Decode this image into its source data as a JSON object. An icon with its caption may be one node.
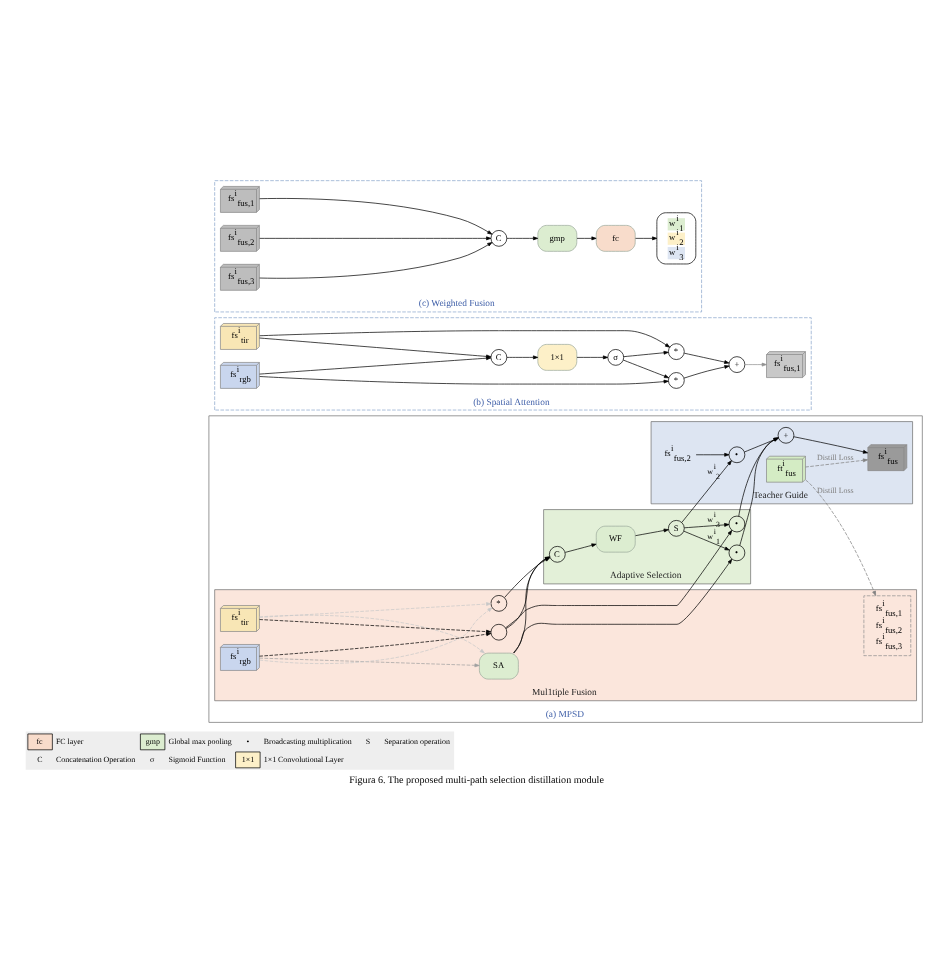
{
  "diagram": {
    "caption": "Figura 6. The proposed multi-path selection distillation module",
    "nodes": [
      {
        "text": [
          "(a) MPSD"
        ]
      },
      {
        "text": [
          "Mul1tiple Fusion"
        ],
        "in": 0
      },
      {
        "text": [
          "Adaptive Selection"
        ],
        "in": 0
      },
      {
        "text": [
          "Teacher Guide"
        ],
        "in": 0
      },
      {
        "text": [
          "fs$^{i}$$_{rgb}$"
        ],
        "in": 1
      },
      {
        "text": [
          "fs$^{i}$$_{tir}$"
        ],
        "in": 1
      },
      {
        "text": [
          "SA"
        ],
        "in": 1
      },
      {
        "text": [
          "*"
        ],
        "in": 1
      },
      {
        "text": [],
        "shape": "circle",
        "in": 1
      },
      {
        "text": [
          "fs$^{i}$$_{fus,1}$",
          "fs$^{i}$$_{fus,2}$",
          "fs$^{i}$$_{fus,3}$"
        ],
        "in": 1
      },
      {
        "text": [
          "C"
        ],
        "in": 2
      },
      {
        "text": [
          "WF"
        ],
        "in": 2
      },
      {
        "text": [
          "S"
        ],
        "in": 2
      },
      {
        "text": [
          "•"
        ],
        "in": 2
      },
      {
        "text": [
          "•"
        ],
        "in": 2
      },
      {
        "text": [
          "•"
        ],
        "in": 3
      },
      {
        "text": [
          "+"
        ],
        "in": 3
      },
      {
        "text": [
          "ft$^{i}$$_{fus}$"
        ],
        "in": 3
      },
      {
        "text": [
          "fs$^{i}$$_{fus}$"
        ],
        "in": 3
      },
      {
        "text": [
          "fs$^{i}$$_{fus,2}$"
        ],
        "in": 3
      },
      {
        "text": [
          "(b) Spatial Attention"
        ]
      },
      {
        "text": [
          "fs$^{i}$$_{rgb}$"
        ],
        "in": 20
      },
      {
        "text": [
          "fs$^{i}$$_{tir}$"
        ],
        "in": 20
      },
      {
        "text": [
          "C"
        ],
        "in": 20
      },
      {
        "text": [
          "1×1"
        ],
        "in": 20
      },
      {
        "text": [
          "σ"
        ],
        "in": 20
      },
      {
        "text": [
          "*"
        ],
        "in": 20
      },
      {
        "text": [
          "*"
        ],
        "in": 20
      },
      {
        "text": [
          "+"
        ],
        "in": 20
      },
      {
        "text": [
          "fs$^{i}$$_{fus,1}$"
        ],
        "in": 20
      },
      {
        "text": [
          "(c) Weighted Fusion"
        ]
      },
      {
        "text": [
          "fs$^{i}$$_{fus,1}$"
        ],
        "in": 30
      },
      {
        "text": [
          "fs$^{i}$$_{fus,2}$"
        ],
        "in": 30
      },
      {
        "text": [
          "fs$^{i}$$_{fus,3}$"
        ],
        "in": 30
      },
      {
        "text": [
          "C"
        ],
        "in": 30
      },
      {
        "text": [
          "gmp"
        ],
        "in": 30
      },
      {
        "text": [
          "fc"
        ],
        "in": 30
      },
      {
        "text": [
          "w$^{i}$$_{1}$",
          "w$^{i}$$_{2}$",
          "w$^{i}$$_{3}$"
        ],
        "in": 30
      }
    ],
    "edges": [
      {
        "from": 4,
        "to": 6,
        "arrow": "to",
        "style": "dashed",
        "color": "#a0a0a0"
      },
      {
        "from": 5,
        "to": 6,
        "arrow": "to",
        "style": "dashed",
        "color": "#c8c8c8"
      },
      {
        "from": 4,
        "to": 7,
        "arrow": "to",
        "style": "dashed",
        "color": "#c8c8c8"
      },
      {
        "from": 5,
        "to": 7,
        "arrow": "to",
        "style": "dashed",
        "color": "#c8c8c8"
      },
      {
        "from": 4,
        "to": 8,
        "arrow": "to",
        "style": "dashed"
      },
      {
        "from": 5,
        "to": 8,
        "arrow": "to",
        "style": "dashed"
      },
      {
        "from": 6,
        "to": 10,
        "arrow": "to"
      },
      {
        "from": 6,
        "to": 13,
        "arrow": "to"
      },
      {
        "from": 7,
        "to": 10,
        "arrow": "to"
      },
      {
        "from": 8,
        "to": 10,
        "arrow": "to"
      },
      {
        "from": 8,
        "to": 14,
        "arrow": "to"
      },
      {
        "from": 10,
        "to": 11,
        "arrow": "to"
      },
      {
        "from": 11,
        "to": 12,
        "arrow": "to"
      },
      {
        "from": 12,
        "to": 13,
        "arrow": "to",
        "label": "w$^{i}$$_{1}$"
      },
      {
        "from": 12,
        "to": 15,
        "arrow": "to",
        "label": "w$^{i}$$_{2}$"
      },
      {
        "from": 12,
        "to": 14,
        "arrow": "to",
        "label": "w$^{i}$$_{3}$"
      },
      {
        "from": 13,
        "to": 16,
        "arrow": "to"
      },
      {
        "from": 19,
        "to": 15,
        "arrow": "to"
      },
      {
        "from": 15,
        "to": 16,
        "arrow": "to"
      },
      {
        "from": 14,
        "to": 16,
        "arrow": "to"
      },
      {
        "from": 16,
        "to": 18,
        "arrow": "to"
      },
      {
        "from": 17,
        "to": 9,
        "arrow": "to",
        "style": "dashed",
        "color": "#808080",
        "label": "Distill Loss"
      },
      {
        "from": 17,
        "to": 18,
        "arrow": "to",
        "style": "dashed",
        "color": "#808080",
        "label": "Distill Loss"
      },
      {
        "from": 21,
        "to": 26,
        "arrow": "to"
      },
      {
        "from": 21,
        "to": 23,
        "arrow": "to"
      },
      {
        "from": 22,
        "to": 23,
        "arrow": "to"
      },
      {
        "from": 22,
        "to": 27,
        "arrow": "to"
      },
      {
        "from": 23,
        "to": 24,
        "arrow": "to"
      },
      {
        "from": 24,
        "to": 25,
        "arrow": "to"
      },
      {
        "from": 25,
        "to": 26,
        "arrow": "to"
      },
      {
        "from": 25,
        "to": 27,
        "arrow": "to"
      },
      {
        "from": 26,
        "to": 28,
        "arrow": "to"
      },
      {
        "from": 27,
        "to": 28,
        "arrow": "to"
      },
      {
        "from": 28,
        "to": 29,
        "arrow": "to",
        "color": "#909090"
      },
      {
        "from": 31,
        "to": 34,
        "arrow": "to"
      },
      {
        "from": 32,
        "to": 34,
        "arrow": "to"
      },
      {
        "from": 33,
        "to": 34,
        "arrow": "to"
      },
      {
        "from": 34,
        "to": 35,
        "arrow": "to"
      },
      {
        "from": 35,
        "to": 36,
        "arrow": "to"
      },
      {
        "from": 36,
        "to": 37,
        "arrow": "to"
      }
    ],
    "labels": [
      "fc",
      "gmp",
      "•",
      "S",
      "C",
      "σ",
      "1×1"
    ],
    "legend": [
      {
        "text": "FC layer",
        "color": "#f8dccb"
      },
      {
        "text": "Global max pooling",
        "color": "#dcedd0"
      },
      {
        "text": "Broadcasting multiplication"
      },
      {
        "text": "Separation operation"
      },
      {
        "text": "Concatenation Operation"
      },
      {
        "text": "Sigmoid Function"
      },
      {
        "text": "1×1 Convolutional Layer",
        "color": "#fdf0c8"
      }
    ]
  }
}
